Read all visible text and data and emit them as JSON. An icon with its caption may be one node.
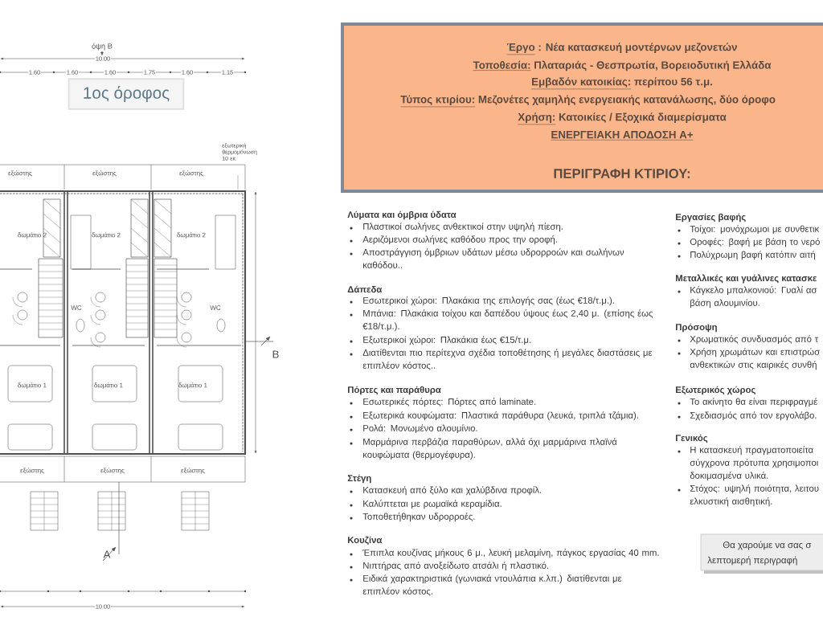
{
  "diagram": {
    "nodes": [
      {
        "text": [
          "Έργο",
          ": Νέα κατασκευή μοντέρνων μεζονετών",
          "Τοποθεσία:",
          "Πλαταριάς  - Θεσπρωτία, Βορειοδυτική Ελλάδα",
          "Εμβαδόν κατοικίας:",
          "περίπου 56 τ.μ.",
          "Τύπος κτιρίου:",
          "Μεζονέτες χαμηλής ενεργειακής κατανάλωσης, δύο όροφο",
          "Χρήση:",
          "Κατοικίες / Εξοχικά διαμερίσματα",
          "ΕΝΕΡΓΕΙΑΚΗ ΑΠΟΔΟΣΗ Α+",
          "ΠΕΡΙΓΡΑΦΗ ΚΤΙΡΙΟΥ:"
        ]
      },
      {
        "text": [
          "1ος όροφος"
        ]
      },
      {
        "text": [
          "Θα χαρούμε να σας σ",
          "λεπτομερή περιγραφή"
        ]
      }
    ],
    "labels": [
      "όψη Β",
      "10.00",
      "1.60",
      "1.60",
      "1.60",
      "1.75",
      "1.60",
      "1.15",
      "εξώστης",
      "εξώστης",
      "εξώστης",
      "εξωτερική θερμομόνωση 10 εκ.",
      "δωμάτιο 2",
      "δωμάτιο 2",
      "δωμάτιο 2",
      "WC",
      "WC",
      "B",
      "δωμάτιο 1",
      "δωμάτιο 1",
      "δωμάτιο 1",
      "εξώστης",
      "εξώστης",
      "εξώστης",
      "A",
      "10.00",
      "Λύματα και όμβρια ύδατα",
      "Πλαστικοί σωλήνες ανθεκτικοί στην υψηλή πίεση.",
      "Αεριζόμενοι σωλήνες καθόδου προς την οροφή.",
      "Αποστράγγιση όμβριων υδάτων μέσω υδρορροών και σωλήνων καθόδου..",
      "Δάπεδα",
      "Εσωτερικοί χώροι: Πλακάκια της επιλογής σας (έως €18/τ.μ.).",
      "Μπάνια: Πλακάκια τοίχου και δαπέδου ύψους έως 2,40 μ. (επίσης έως €18/τ.μ.).",
      "Εξωτερικοί χώροι: Πλακάκια έως €15/τ.μ.",
      "Διατίθενται πιο περίτεχνα σχέδια τοποθέτησης ή μεγάλες διαστάσεις με επιπλέον κόστος..",
      "Πόρτες και παράθυρα",
      "Εσωτερικές πόρτες: Πόρτες από laminate.",
      "Εξωτερικά κουφώματα: Πλαστικά παράθυρα (λευκά, τριπλά τζάμια).",
      "Ρολά: Μονωμένο αλουμίνιο.",
      "Μαρμάρινα περβάζια παραθύρων, αλλά όχι μαρμάρινα πλαϊνά κουφώματα (θερμογέφυρα).",
      "Στέγη",
      "Κατασκευή από ξύλο και χαλύβδινα προφίλ.",
      "Καλύπτεται με ρωμαϊκά κεραμίδια.",
      "Τοποθετήθηκαν υδρορροές.",
      "Κουζίνα",
      "Έπιπλα κουζίνας μήκους 6 μ., λευκή μελαμίνη, πάγκος εργασίας 40 mm.",
      "Νιπτήρας από ανοξείδωτο ατσάλι ή πλαστικό.",
      "Ειδικά χαρακτηριστικά (γωνιακά ντουλάπια κ.λπ.) διατίθενται με επιπλέον κόστος.",
      "Εργασίες βαφής",
      "Τοίχοι: μονόχρωμοι με συνθετικ",
      "Οροφές: βαφή με βάση το νερό",
      "Πολύχρωμη βαφή κατόπιν αιτή",
      "Μεταλλικές και γυάλινες κατασκε",
      "Κάγκελο μπαλκονιού: Γυαλί ασ βάση αλουμινίου.",
      "Πρόσοψη",
      "Χρωματικός συνδυασμός από τ",
      "Χρήση χρωμάτων και επιστρώσ ανθεκτικών στις καιρικές συνθή",
      "Εξωτερικός χώρος",
      "Το ακίνητο θα είναι περιφραγμέ",
      "Σχεδιασμός από τον εργολάβο.",
      "Γενικός",
      "Η κατασκευή πραγματοποιείτα σύγχρονα πρότυπα χρησιμοποι δοκιμασμένα υλικά.",
      "Στόχος: υψηλή ποιότητα, λειτου ελκυστική αισθητική."
    ]
  }
}
